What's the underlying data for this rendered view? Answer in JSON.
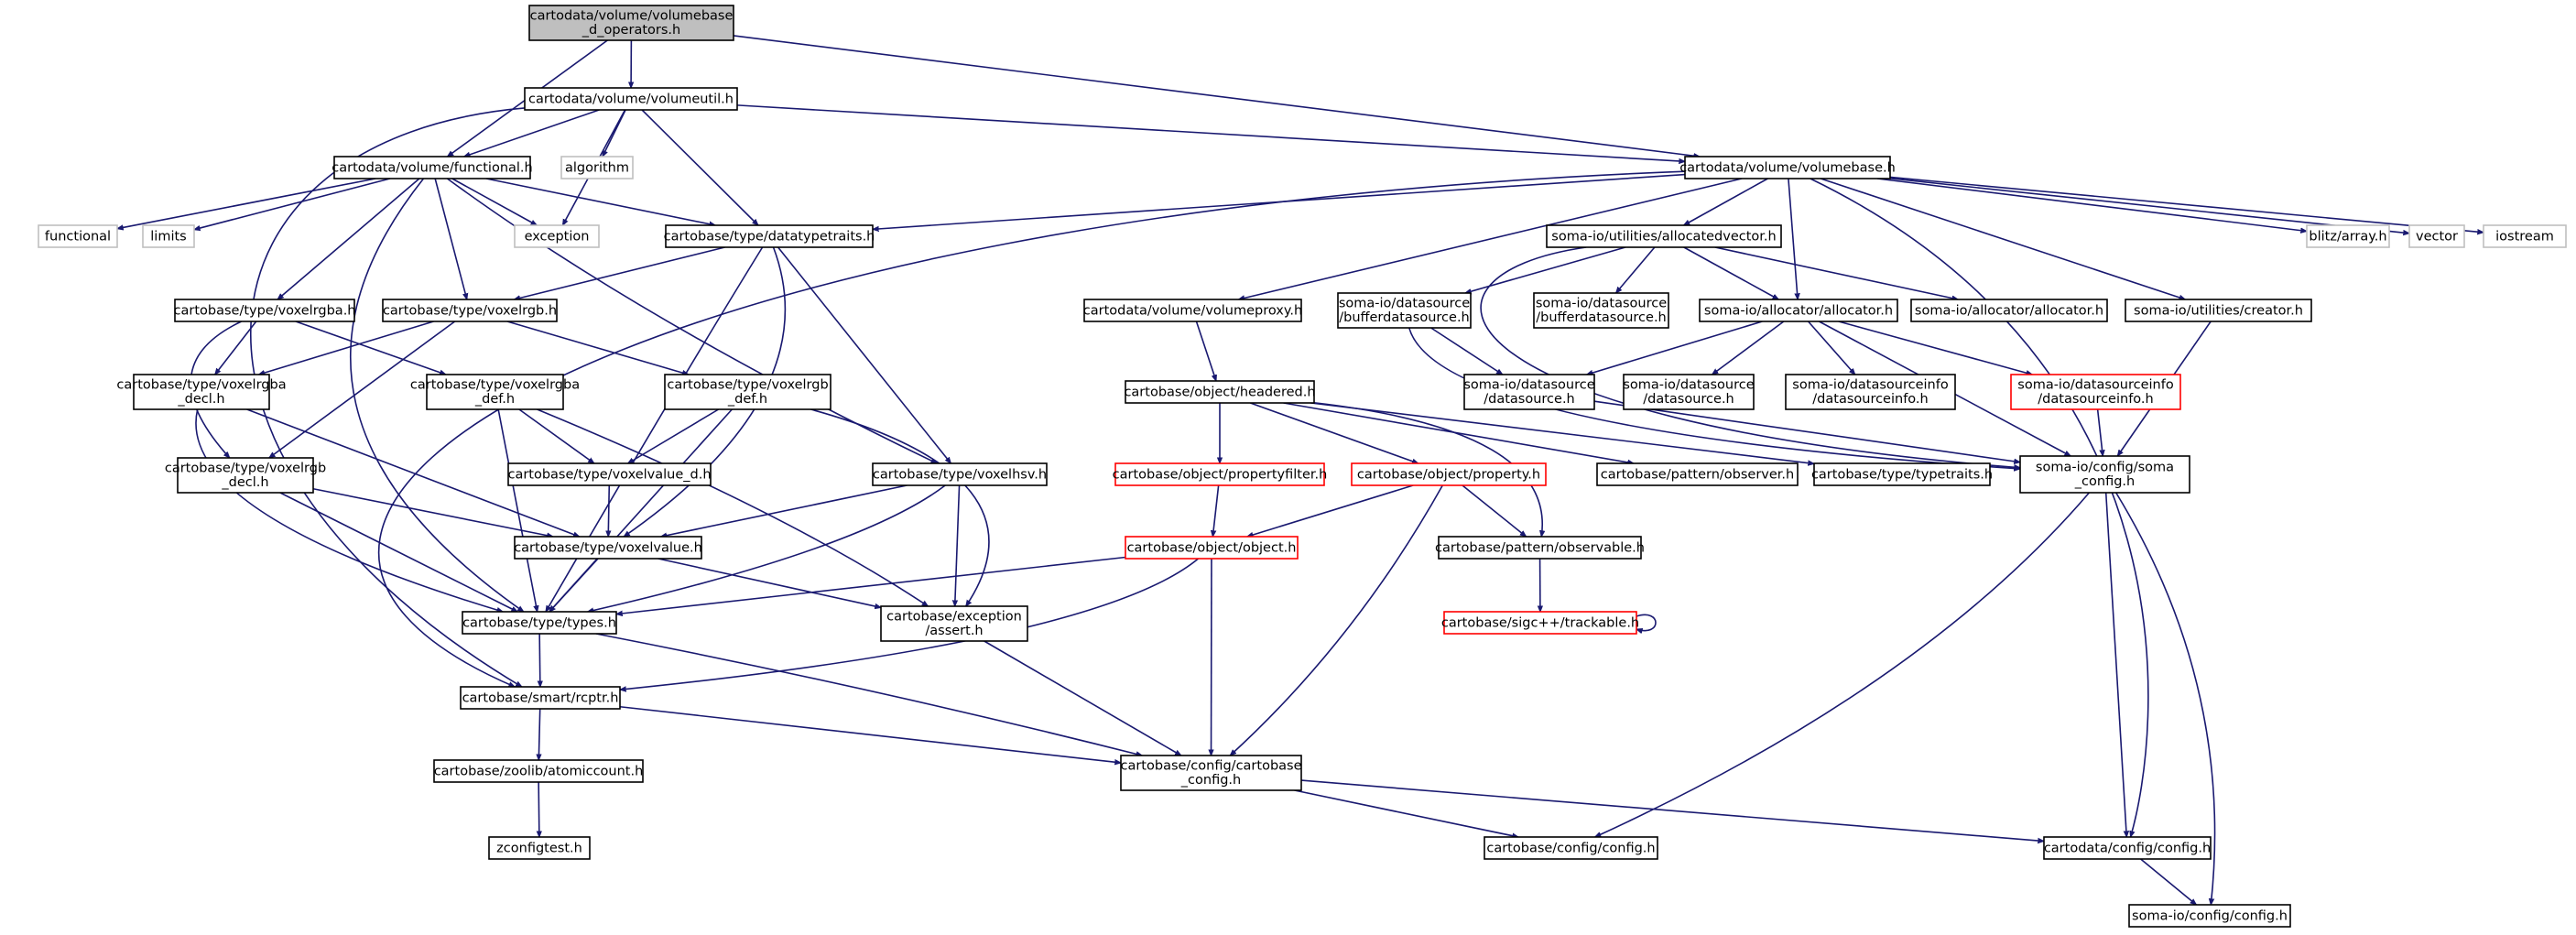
{
  "colors": {
    "edge": "#191970",
    "normal_border": "#000000",
    "grey_border": "#bfbfbf",
    "red_border": "#ff0000",
    "root_fill": "#bfbfbf"
  },
  "nodes": [
    {
      "id": "root",
      "lines": [
        "cartodata/volume/volumebase",
        "_d_operators.h"
      ],
      "style": "root"
    },
    {
      "id": "volumeutil",
      "lines": [
        "cartodata/volume/volumeutil.h"
      ],
      "style": "normal"
    },
    {
      "id": "functional_h",
      "lines": [
        "cartodata/volume/functional.h"
      ],
      "style": "normal"
    },
    {
      "id": "algorithm",
      "lines": [
        "algorithm"
      ],
      "style": "grey"
    },
    {
      "id": "volumebase",
      "lines": [
        "cartodata/volume/volumebase.h"
      ],
      "style": "normal"
    },
    {
      "id": "functional",
      "lines": [
        "functional"
      ],
      "style": "grey"
    },
    {
      "id": "limits",
      "lines": [
        "limits"
      ],
      "style": "grey"
    },
    {
      "id": "exception",
      "lines": [
        "exception"
      ],
      "style": "grey"
    },
    {
      "id": "datatypetraits",
      "lines": [
        "cartobase/type/datatypetraits.h"
      ],
      "style": "normal"
    },
    {
      "id": "allocatedvector",
      "lines": [
        "soma-io/utilities/allocatedvector.h"
      ],
      "style": "normal"
    },
    {
      "id": "blitz",
      "lines": [
        "blitz/array.h"
      ],
      "style": "grey"
    },
    {
      "id": "vector",
      "lines": [
        "vector"
      ],
      "style": "grey"
    },
    {
      "id": "iostream",
      "lines": [
        "iostream"
      ],
      "style": "grey"
    },
    {
      "id": "voxelrgba",
      "lines": [
        "cartobase/type/voxelrgba.h"
      ],
      "style": "normal"
    },
    {
      "id": "voxelrgb",
      "lines": [
        "cartobase/type/voxelrgb.h"
      ],
      "style": "normal"
    },
    {
      "id": "volumeproxy",
      "lines": [
        "cartodata/volume/volumeproxy.h"
      ],
      "style": "normal"
    },
    {
      "id": "bufferds1",
      "lines": [
        "soma-io/datasource",
        "/bufferdatasource.h"
      ],
      "style": "normal"
    },
    {
      "id": "bufferds2",
      "lines": [
        "soma-io/datasource",
        "/bufferdatasource.h"
      ],
      "style": "normal"
    },
    {
      "id": "allocator",
      "lines": [
        "soma-io/allocator/allocator.h"
      ],
      "style": "normal"
    },
    {
      "id": "allocator2",
      "lines": [
        "soma-io/allocator/allocator.h"
      ],
      "style": "normal"
    },
    {
      "id": "creator",
      "lines": [
        "soma-io/utilities/creator.h"
      ],
      "style": "normal"
    },
    {
      "id": "voxelrgba_decl",
      "lines": [
        "cartobase/type/voxelrgba",
        "_decl.h"
      ],
      "style": "normal"
    },
    {
      "id": "voxelrgba_def",
      "lines": [
        "cartobase/type/voxelrgba",
        "_def.h"
      ],
      "style": "normal"
    },
    {
      "id": "voxelrgb_def",
      "lines": [
        "cartobase/type/voxelrgb",
        "_def.h"
      ],
      "style": "normal"
    },
    {
      "id": "headered",
      "lines": [
        "cartobase/object/headered.h"
      ],
      "style": "normal"
    },
    {
      "id": "datasource1",
      "lines": [
        "soma-io/datasource",
        "/datasource.h"
      ],
      "style": "normal"
    },
    {
      "id": "datasource2",
      "lines": [
        "soma-io/datasource",
        "/datasource.h"
      ],
      "style": "normal"
    },
    {
      "id": "dsinfo1",
      "lines": [
        "soma-io/datasourceinfo",
        "/datasourceinfo.h"
      ],
      "style": "normal"
    },
    {
      "id": "dsinfo2",
      "lines": [
        "soma-io/datasourceinfo",
        "/datasourceinfo.h"
      ],
      "style": "red"
    },
    {
      "id": "voxelrgb_decl",
      "lines": [
        "cartobase/type/voxelrgb",
        "_decl.h"
      ],
      "style": "normal"
    },
    {
      "id": "voxelvalue_d",
      "lines": [
        "cartobase/type/voxelvalue_d.h"
      ],
      "style": "normal"
    },
    {
      "id": "voxelhsv",
      "lines": [
        "cartobase/type/voxelhsv.h"
      ],
      "style": "normal"
    },
    {
      "id": "propertyfilter",
      "lines": [
        "cartobase/object/propertyfilter.h"
      ],
      "style": "red"
    },
    {
      "id": "property",
      "lines": [
        "cartobase/object/property.h"
      ],
      "style": "red"
    },
    {
      "id": "observer",
      "lines": [
        "cartobase/pattern/observer.h"
      ],
      "style": "normal"
    },
    {
      "id": "typetraits",
      "lines": [
        "cartobase/type/typetraits.h"
      ],
      "style": "normal"
    },
    {
      "id": "somaconfig",
      "lines": [
        "soma-io/config/soma",
        "_config.h"
      ],
      "style": "normal"
    },
    {
      "id": "voxelvalue",
      "lines": [
        "cartobase/type/voxelvalue.h"
      ],
      "style": "normal"
    },
    {
      "id": "object",
      "lines": [
        "cartobase/object/object.h"
      ],
      "style": "red"
    },
    {
      "id": "observable",
      "lines": [
        "cartobase/pattern/observable.h"
      ],
      "style": "normal"
    },
    {
      "id": "types",
      "lines": [
        "cartobase/type/types.h"
      ],
      "style": "normal"
    },
    {
      "id": "assert",
      "lines": [
        "cartobase/exception",
        "/assert.h"
      ],
      "style": "normal"
    },
    {
      "id": "trackable",
      "lines": [
        "cartobase/sigc++/trackable.h"
      ],
      "style": "red"
    },
    {
      "id": "rcptr",
      "lines": [
        "cartobase/smart/rcptr.h"
      ],
      "style": "normal"
    },
    {
      "id": "atomiccount",
      "lines": [
        "cartobase/zoolib/atomiccount.h"
      ],
      "style": "normal"
    },
    {
      "id": "cartobaseconfig",
      "lines": [
        "cartobase/config/cartobase",
        "_config.h"
      ],
      "style": "normal"
    },
    {
      "id": "zconfigtest",
      "lines": [
        "zconfigtest.h"
      ],
      "style": "normal"
    },
    {
      "id": "cbconfig",
      "lines": [
        "cartobase/config/config.h"
      ],
      "style": "normal"
    },
    {
      "id": "cdconfig",
      "lines": [
        "cartodata/config/config.h"
      ],
      "style": "normal"
    },
    {
      "id": "siconfig",
      "lines": [
        "soma-io/config/config.h"
      ],
      "style": "normal"
    }
  ]
}
